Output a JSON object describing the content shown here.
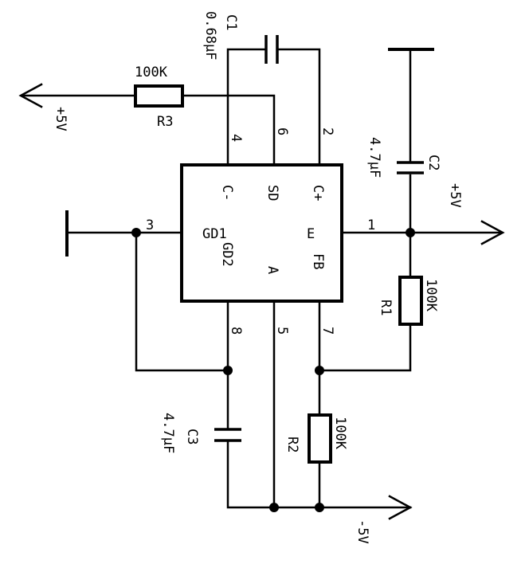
{
  "chip": {
    "pins": {
      "p4_num": "4",
      "p4_name": "C-",
      "p6_num": "6",
      "p6_name": "SD",
      "p2_num": "2",
      "p2_name": "C+",
      "p3_num": "3",
      "p3_name": "GD1",
      "p1_num": "1",
      "p1_name": "E",
      "p8_num": "8",
      "p8_name": "GD2",
      "p5_num": "5",
      "p5_name": "A",
      "p7_num": "7",
      "p7_name": "FB"
    }
  },
  "components": {
    "c1": {
      "ref": "C1",
      "value": "0.68μF"
    },
    "c2": {
      "ref": "C2",
      "value": "4.7μF"
    },
    "c3": {
      "ref": "C3",
      "value": "4.7μF"
    },
    "r1": {
      "ref": "R1",
      "value": "100K"
    },
    "r2": {
      "ref": "R2",
      "value": "100K"
    },
    "r3": {
      "ref": "R3",
      "value": "100K"
    }
  },
  "rails": {
    "input": "+5V",
    "output_pos": "+5V",
    "output_neg": "-5V"
  }
}
